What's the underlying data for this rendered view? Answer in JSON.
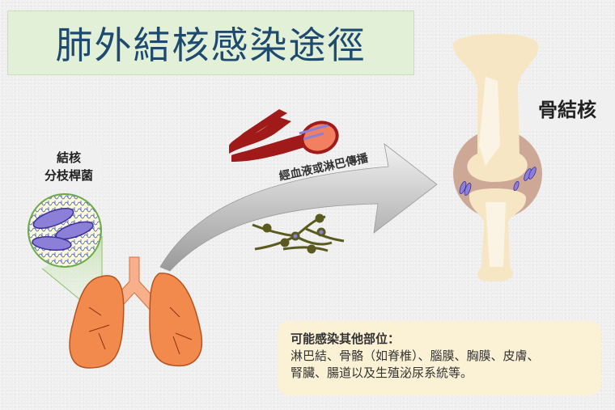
{
  "title": "肺外結核感染途徑",
  "bacteria_label": {
    "line1": "結核",
    "line2": "分枝桿菌"
  },
  "bone_label": "骨結核",
  "arrow_label": "經血液或淋巴傳播",
  "info": {
    "heading": "可能感染其他部位：",
    "line1": "淋巴結、骨骼（如脊椎）、腦膜、胸膜、皮膚、",
    "line2": "腎臟、腸道以及生殖泌尿系統等。"
  },
  "colors": {
    "title_bg": "#e3f0d8",
    "title_text": "#1d4a6e",
    "lung": "#f28a4e",
    "bacteria": "#8b7fd8",
    "bone": "#f6e6c4",
    "joint": "#c9a08c",
    "info_bg": "#fbf1d5"
  }
}
